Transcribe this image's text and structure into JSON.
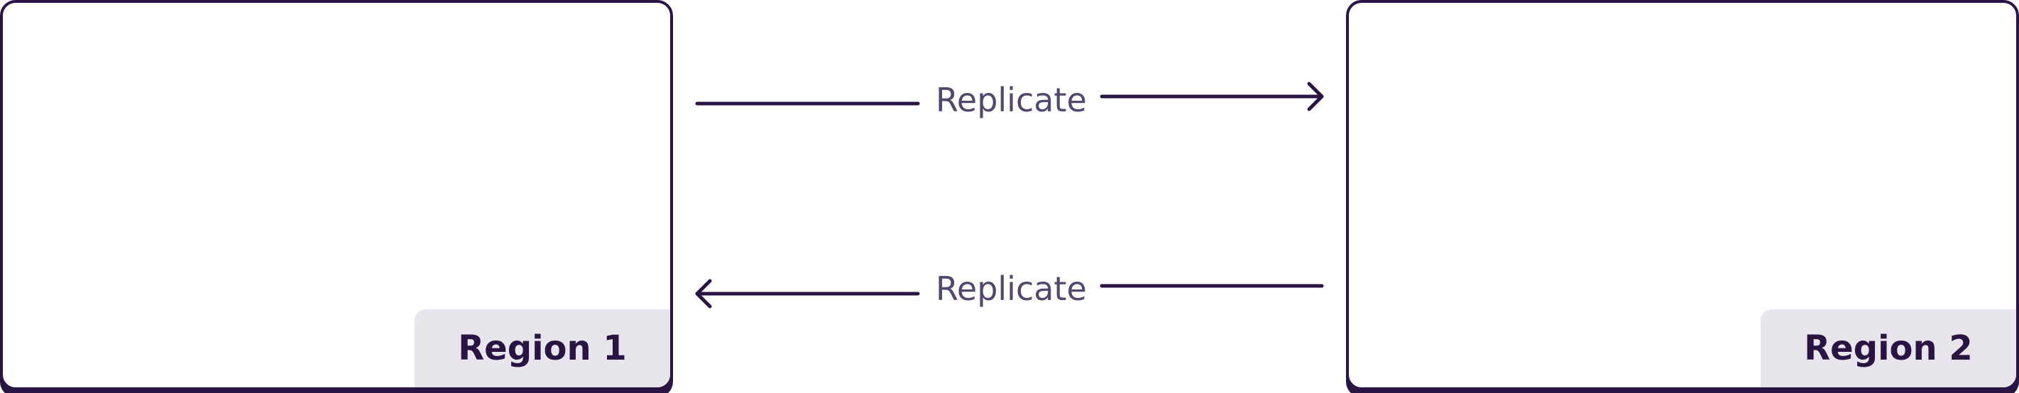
{
  "regions": {
    "left": {
      "label": "Region 1"
    },
    "right": {
      "label": "Region 2"
    }
  },
  "connections": {
    "top": {
      "label": "Replicate",
      "direction": "left-to-right"
    },
    "bottom": {
      "label": "Replicate",
      "direction": "right-to-left"
    }
  },
  "colors": {
    "stroke": "#2a1444",
    "label_text": "#54476d",
    "region_label_bg": "#e8e6ec",
    "background": "#ffffff"
  }
}
